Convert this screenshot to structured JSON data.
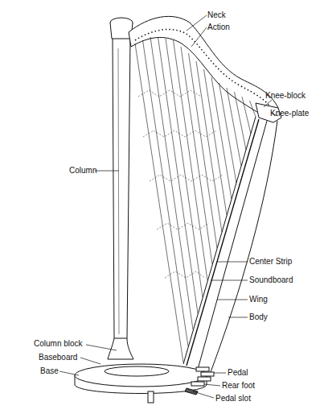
{
  "diagram": {
    "labels": [
      "Neck",
      "Action",
      "Knee-block",
      "Knee-plate",
      "Column",
      "Center Strip",
      "Soundboard",
      "Wing",
      "Body",
      "Column block",
      "Baseboard",
      "Base",
      "Pedal",
      "Rear foot",
      "Pedal slot"
    ]
  }
}
